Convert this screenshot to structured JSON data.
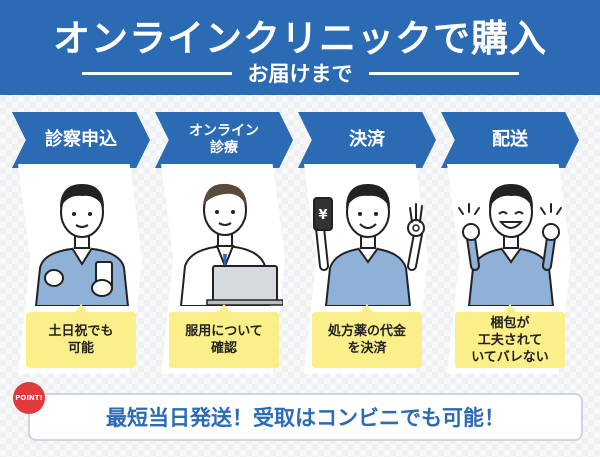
{
  "header": {
    "title": "オンラインクリニックで購入",
    "subtitle": "お届けまで"
  },
  "steps": [
    {
      "title": "診察申込",
      "note": "土日祝でも\n可能"
    },
    {
      "title": "オンライン\n診療",
      "note": "服用について\n確認"
    },
    {
      "title": "決済",
      "note": "処方薬の代金\nを決済"
    },
    {
      "title": "配送",
      "note": "梱包が\n工夫されて\nいてバレない"
    }
  ],
  "point_badge": "POINT!",
  "bottom_message": "最短当日発送！受取はコンビニでも可能！",
  "colors": {
    "primary": "#2b6bb3",
    "note_bg": "#fbef8a",
    "shirt": "#8fb1d8",
    "badge": "#e03a3a"
  },
  "icons": [
    "smartphone-icon",
    "laptop-icon",
    "yen-phone-icon",
    "ok-hand-icon",
    "sparkle-icon"
  ]
}
